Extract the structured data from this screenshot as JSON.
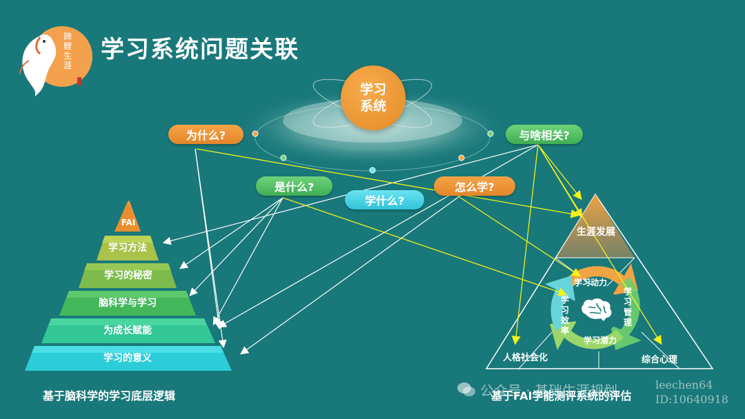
{
  "title": "学习系统问题关联",
  "logo": {
    "text": "蹄鲤生涯"
  },
  "center": {
    "label_line1": "学习",
    "label_line2": "系统"
  },
  "questions": {
    "why": "为什么?",
    "what": "是什么?",
    "learn_what": "学什么?",
    "how": "怎么学?",
    "related": "与啥相关?"
  },
  "pyramid": {
    "levels": [
      "FAI",
      "学习方法",
      "学习的秘密",
      "脑科学与学习",
      "为成长赋能",
      "学习的意义"
    ],
    "caption": "基于脑科学的学习底层逻辑"
  },
  "triangle": {
    "top": "生涯发展",
    "cycle_top": "学习动力",
    "cycle_right": "学习管理",
    "cycle_bottom": "学习潜力",
    "cycle_left": "学习效率",
    "bottom_left": "人格社会化",
    "bottom_right": "综合心理",
    "caption": "基于FAI学能测评系统的评估"
  },
  "watermark": {
    "account": "公众号 · 基础生涯规划",
    "line1": "leechen64",
    "line2": "ID:10640918"
  },
  "colors": {
    "background": "#19787a",
    "orange": "#e98f2f",
    "green": "#4dbf5f",
    "cyan": "#3ccbe0",
    "arrow_yellow": "#f2f21a",
    "arrow_white": "#ffffff"
  }
}
